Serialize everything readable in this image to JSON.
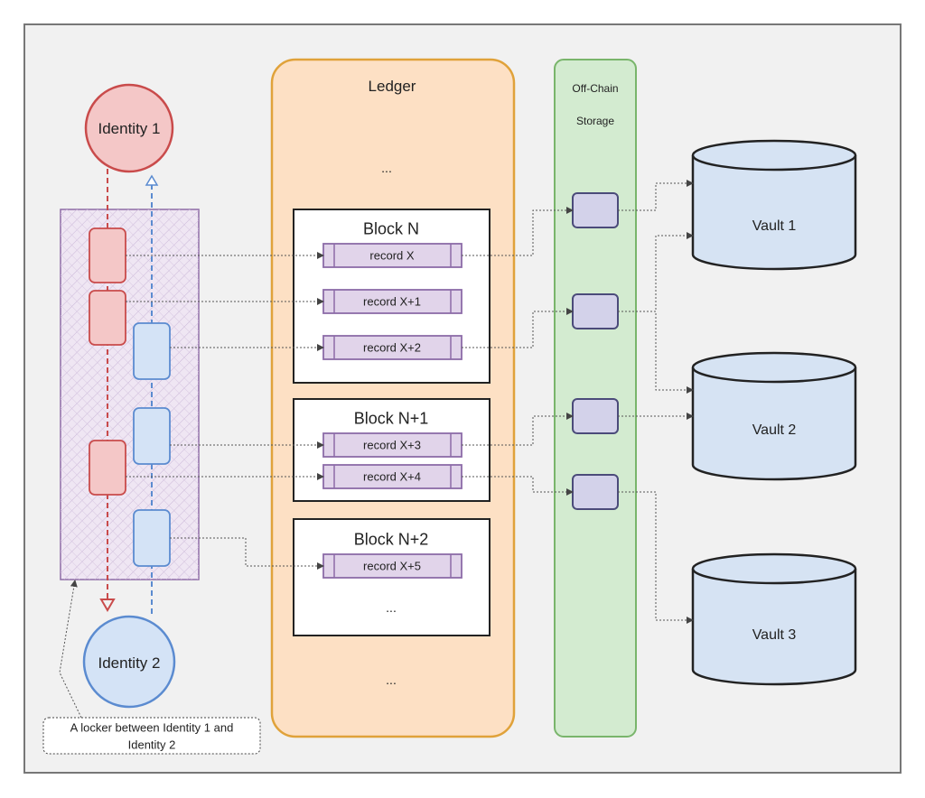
{
  "identities": {
    "identity_1": "Identity 1",
    "identity_2": "Identity 2"
  },
  "ledger": {
    "title": "Ledger",
    "top_ellipsis": "...",
    "bottom_ellipsis": "...",
    "blocks": [
      {
        "title": "Block N",
        "records": [
          "record X",
          "record X+1",
          "record X+2"
        ]
      },
      {
        "title": "Block N+1",
        "records": [
          "record X+3",
          "record X+4"
        ]
      },
      {
        "title": "Block N+2",
        "records": [
          "record X+5"
        ],
        "ellipsis": "..."
      }
    ]
  },
  "offchain": {
    "title_line1": "Off-Chain",
    "title_line2": "Storage"
  },
  "vaults": [
    "Vault 1",
    "Vault 2",
    "Vault 3"
  ],
  "locker_note": {
    "line1": "A locker between Identity 1 and",
    "line2": "Identity 2"
  },
  "colors": {
    "frame_bg": "#f1f1f1",
    "frame_border": "#777777",
    "identity1_fill": "#f4c7c7",
    "identity1_stroke": "#c94b4b",
    "identity2_fill": "#d4e3f6",
    "identity2_stroke": "#5b8bd0",
    "ledger_fill": "#fde0c4",
    "ledger_stroke": "#e0a23a",
    "offchain_fill": "#d3ebd0",
    "offchain_stroke": "#79b56b",
    "record_fill": "#e1d4ea",
    "record_stroke": "#8c6ba8",
    "vault_fill": "#d6e3f3",
    "locker_stroke": "#8e6aa6"
  }
}
